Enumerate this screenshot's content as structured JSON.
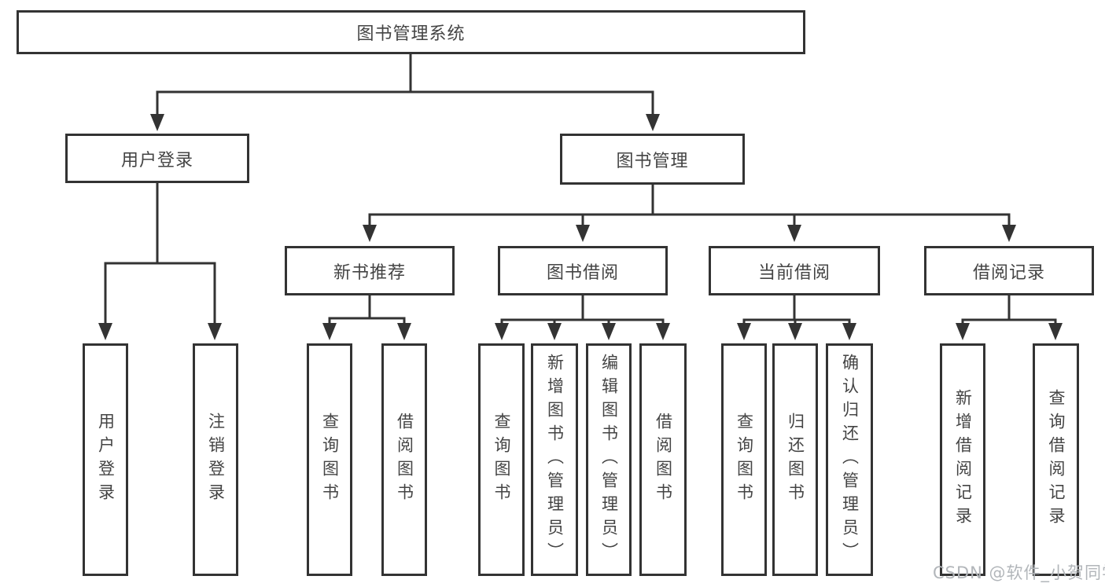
{
  "tree": {
    "root": {
      "label": "图书管理系统"
    },
    "branches": [
      {
        "label": "用户登录",
        "children": [
          {
            "label": "用户登录"
          },
          {
            "label": "注销登录"
          }
        ]
      },
      {
        "label": "图书管理",
        "sections": [
          {
            "label": "新书推荐",
            "children": [
              {
                "label": "查询图书"
              },
              {
                "label": "借阅图书"
              }
            ]
          },
          {
            "label": "图书借阅",
            "children": [
              {
                "label": "查询图书"
              },
              {
                "label": "新增图书（管理员）"
              },
              {
                "label": "编辑图书（管理员）"
              },
              {
                "label": "借阅图书"
              }
            ]
          },
          {
            "label": "当前借阅",
            "children": [
              {
                "label": "查询图书"
              },
              {
                "label": "归还图书"
              },
              {
                "label": "确认归还（管理员）"
              }
            ]
          },
          {
            "label": "借阅记录",
            "children": [
              {
                "label": "新增借阅记录"
              },
              {
                "label": "查询借阅记录"
              }
            ]
          }
        ]
      }
    ]
  },
  "watermark": "CSDN @软件_小贺同学",
  "colors": {
    "line": "#333333",
    "box_border": "#333333",
    "text": "#444444",
    "background": "#ffffff",
    "watermark": "#b2b6ba"
  }
}
